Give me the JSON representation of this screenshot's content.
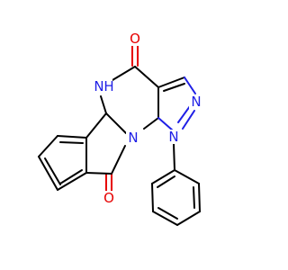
{
  "molecule": {
    "atoms": {
      "o_top": "O",
      "o_bottom": "O",
      "nh_n": "N",
      "nh_h": "H",
      "n_pyrazole_top": "N",
      "n_pyrazole_phenyl": "N",
      "n_bridge": "N"
    },
    "colors": {
      "nitrogen": "#1f1fe6",
      "oxygen": "#e60000",
      "carbon": "#000000"
    }
  }
}
